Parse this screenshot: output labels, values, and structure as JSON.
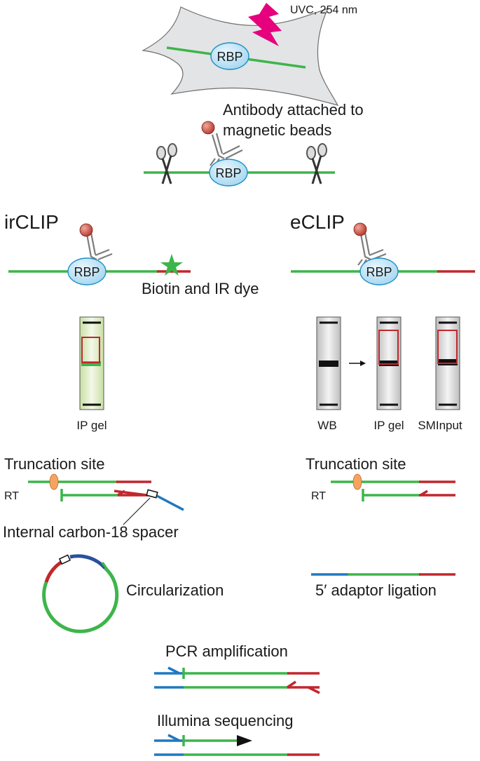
{
  "labels": {
    "uvc": "UVC, 254 nm",
    "rbp": "RBP",
    "antibody_line1": "Antibody attached to",
    "antibody_line2": "magnetic beads",
    "irclip": "irCLIP",
    "eclip": "eCLIP",
    "biotin_ir": "Biotin and IR dye",
    "ip_gel": "IP gel",
    "wb": "WB",
    "sminput": "SMInput",
    "truncation_site": "Truncation site",
    "rt": "RT",
    "spacer": "Internal carbon-18 spacer",
    "circularization": "Circularization",
    "adaptor_ligation": "5′ adaptor ligation",
    "pcr": "PCR amplification",
    "illumina": "Illumina sequencing"
  },
  "colors": {
    "rna_green": "#3db54a",
    "adaptor_red": "#c1272d",
    "adaptor_blue": "#1f78c1",
    "adaptor_darkblue": "#2b4f9c",
    "rbp_fill": "#bfe3f5",
    "rbp_stroke": "#1c8fc6",
    "uv_bolt": "#e6007e",
    "cell_fill": "#e3e4e5",
    "bead": "#c8453a",
    "antibody": "#8a8a8a",
    "gel_lane_ir": "#e8f2d6",
    "gel_lane": "#e2e2e2",
    "truncation_oval": "#f4a460"
  }
}
